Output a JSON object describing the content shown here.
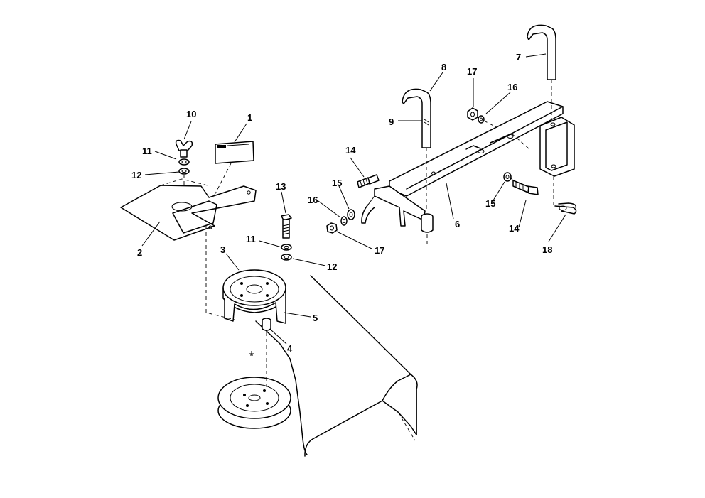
{
  "callouts": [
    {
      "id": "c1",
      "text": "1"
    },
    {
      "id": "c2",
      "text": "2"
    },
    {
      "id": "c3",
      "text": "3"
    },
    {
      "id": "c4",
      "text": "4"
    },
    {
      "id": "c5",
      "text": "5"
    },
    {
      "id": "c6",
      "text": "6"
    },
    {
      "id": "c7",
      "text": "7"
    },
    {
      "id": "c8",
      "text": "8"
    },
    {
      "id": "c9",
      "text": "9"
    },
    {
      "id": "c10",
      "text": "10"
    },
    {
      "id": "c11a",
      "text": "11"
    },
    {
      "id": "c11b",
      "text": "11"
    },
    {
      "id": "c12a",
      "text": "12"
    },
    {
      "id": "c12b",
      "text": "12"
    },
    {
      "id": "c13",
      "text": "13"
    },
    {
      "id": "c14a",
      "text": "14"
    },
    {
      "id": "c14b",
      "text": "14"
    },
    {
      "id": "c15a",
      "text": "15"
    },
    {
      "id": "c15b",
      "text": "15"
    },
    {
      "id": "c16a",
      "text": "16"
    },
    {
      "id": "c16b",
      "text": "16"
    },
    {
      "id": "c17a",
      "text": "17"
    },
    {
      "id": "c17b",
      "text": "17"
    },
    {
      "id": "c18",
      "text": "18"
    }
  ]
}
